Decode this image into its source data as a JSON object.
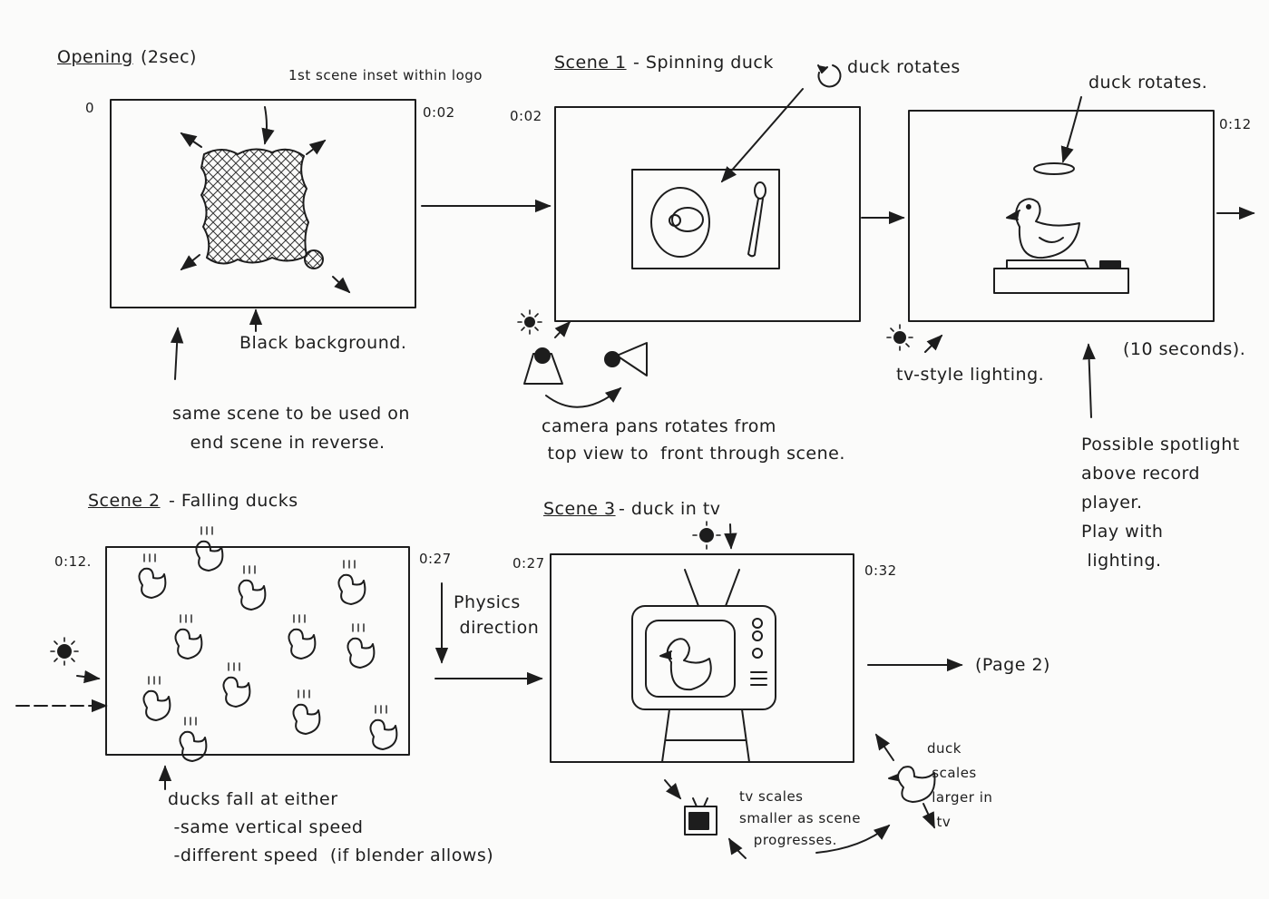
{
  "opening": {
    "title": "Opening",
    "duration": "(2sec)",
    "inset_note": "1st scene inset within logo",
    "start_time": "0",
    "end_time": "0:02",
    "background_note": "Black background.",
    "reverse_note": "same scene to be used on\n   end scene in reverse."
  },
  "scene1": {
    "title_label": "Scene 1",
    "subtitle": "- Spinning duck",
    "start_time": "0:02",
    "rotate_note": "duck rotates",
    "camera_note": "camera pans rotates from\n top view to  front through scene."
  },
  "scene1b": {
    "rotate_note": "duck rotates.",
    "end_time": "0:12",
    "duration": "(10 seconds).",
    "lighting_note": "tv-style lighting.",
    "spotlight_note": "Possible spotlight\nabove record\nplayer.\nPlay with\n lighting."
  },
  "scene2": {
    "title_label": "Scene 2",
    "subtitle": "- Falling ducks",
    "start_time": "0:12.",
    "end_time": "0:27",
    "physics_note": "Physics\n direction",
    "speed_note": "ducks fall at either\n -same vertical speed\n -different speed  (if blender allows)"
  },
  "scene3": {
    "title_label": "Scene 3",
    "subtitle": "- duck in tv",
    "start_time": "0:27",
    "end_time": "0:32",
    "next_page": "(Page 2)",
    "tv_scale_note": "tv scales\nsmaller as scene\n   progresses.",
    "duck_scale_note": "duck\n scales\n larger in\n  tv"
  }
}
